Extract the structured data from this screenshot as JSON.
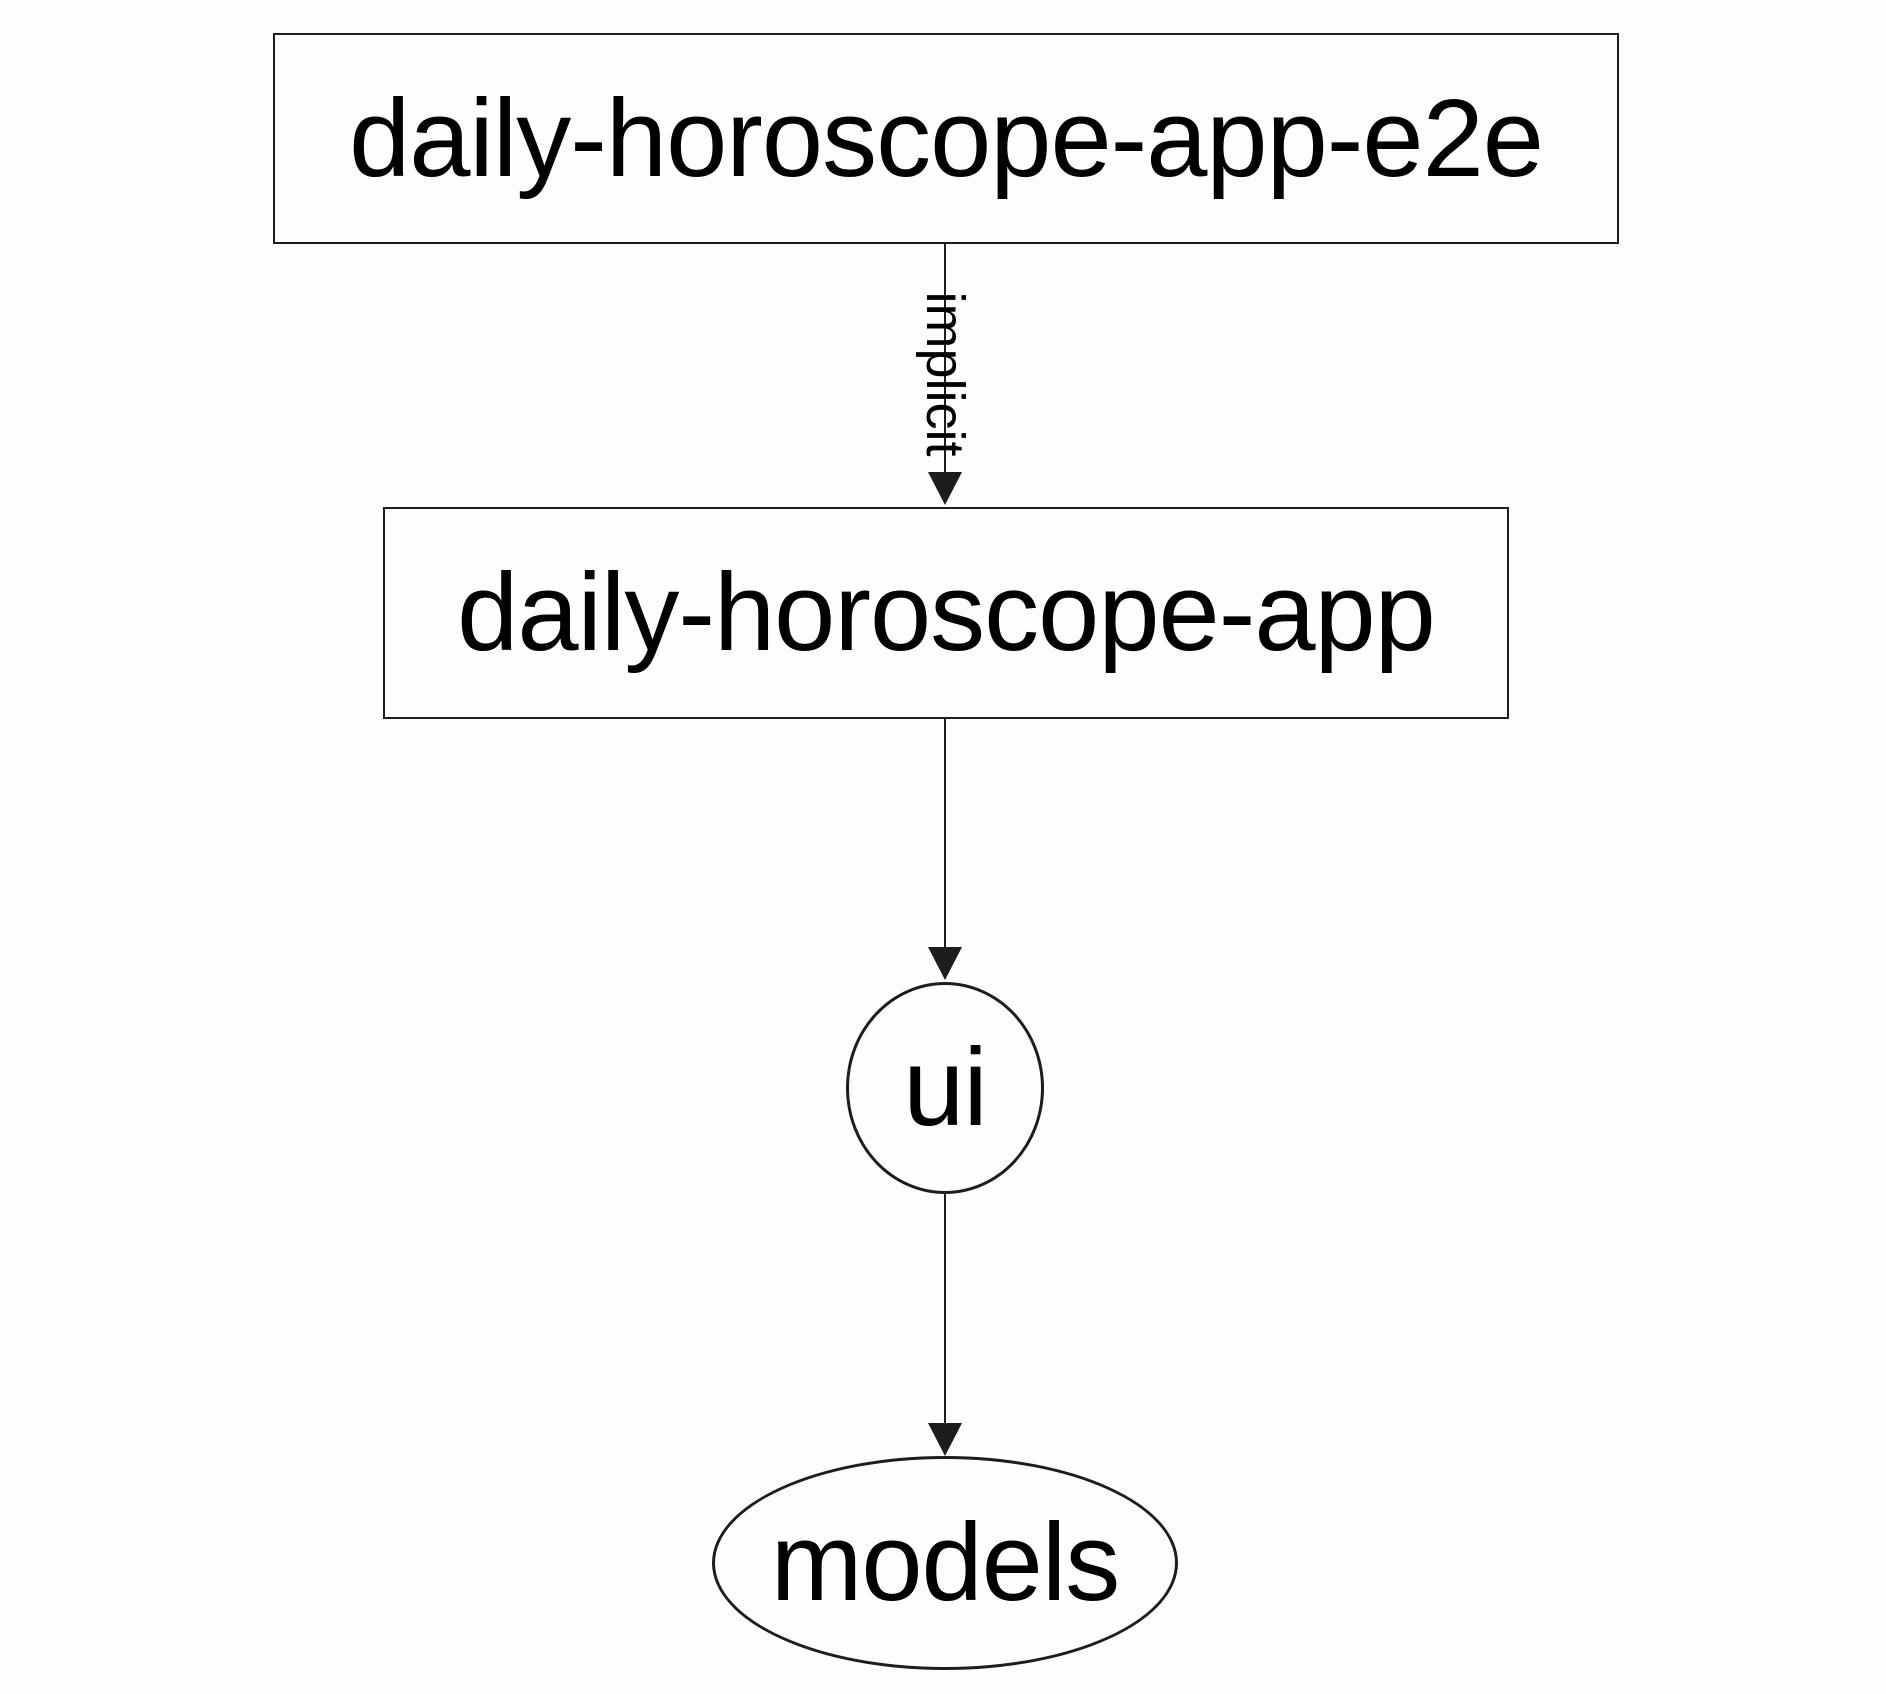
{
  "diagram": {
    "type": "dependency-graph",
    "background_color": "#fdfdfd",
    "stroke_color": "#1d1d20",
    "text_color": "#000000",
    "nodes": [
      {
        "id": "daily-horoscope-app-e2e",
        "label": "daily-horoscope-app-e2e",
        "shape": "rectangle"
      },
      {
        "id": "daily-horoscope-app",
        "label": "daily-horoscope-app",
        "shape": "rectangle"
      },
      {
        "id": "ui",
        "label": "ui",
        "shape": "ellipse"
      },
      {
        "id": "models",
        "label": "models",
        "shape": "ellipse"
      }
    ],
    "edges": [
      {
        "from": "daily-horoscope-app-e2e",
        "to": "daily-horoscope-app",
        "label": "implicit",
        "label_rotation_deg": 90
      },
      {
        "from": "daily-horoscope-app",
        "to": "ui",
        "label": ""
      },
      {
        "from": "ui",
        "to": "models",
        "label": ""
      }
    ]
  }
}
